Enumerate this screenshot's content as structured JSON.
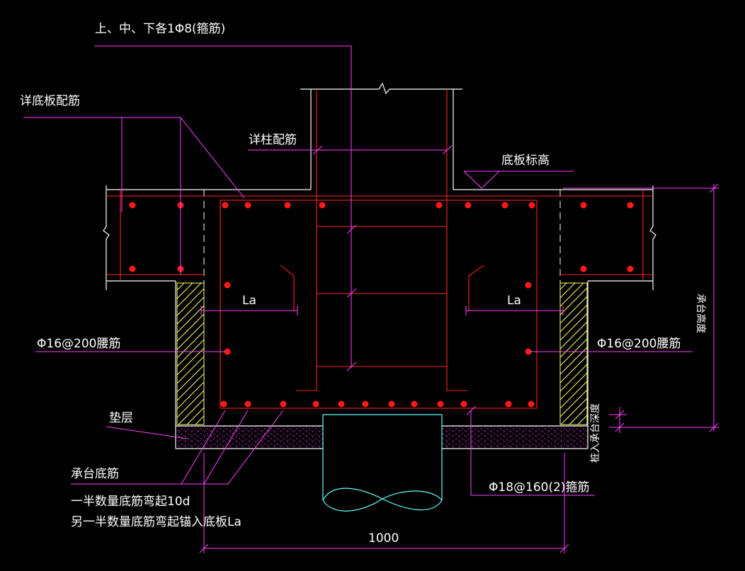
{
  "labels": {
    "stirrup_top": "上、中、下各1Φ8(箍筋)",
    "slab_rebar": "详底板配筋",
    "column_rebar": "详柱配筋",
    "slab_elevation": "底板标高",
    "anchor_left": "La",
    "anchor_right": "La",
    "waist_left": "Φ16@200腰筋",
    "waist_right": "Φ16@200腰筋",
    "cap_height": "承台高度",
    "pile_embed": "桩入承台深度",
    "cushion": "垫层",
    "cap_bottom_rebar": "承台底筋",
    "note_line1": "一半数量底筋弯起10d",
    "note_line2": "另一半数量底筋弯起锚入底板La",
    "stirrup_bottom": "Φ18@160(2)箍筋",
    "width_dim": "1000"
  },
  "colors": {
    "background": "#000000",
    "outline": "#ffffff",
    "rebar": "#ff2020",
    "leader": "#ff40ff",
    "hatch": "#ffff66",
    "pile": "#66ffff",
    "cushion_fill": "#ff40ff"
  }
}
